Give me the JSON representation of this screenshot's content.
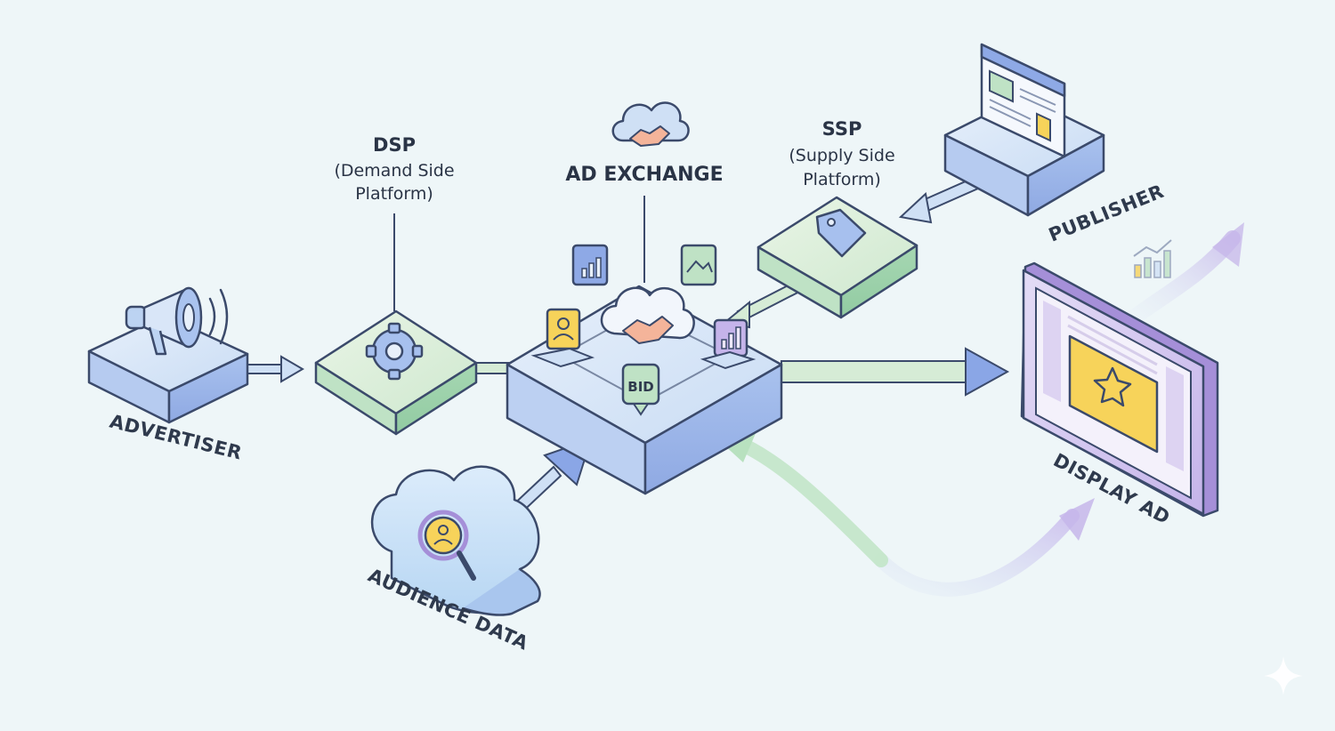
{
  "nodes": {
    "advertiser": {
      "label": "ADVERTISER"
    },
    "dsp": {
      "title": "DSP",
      "subtitle_line1": "(Demand Side",
      "subtitle_line2": "Platform)"
    },
    "ad_exchange": {
      "title": "AD EXCHANGE",
      "bid_badge": "BID"
    },
    "ssp": {
      "title": "SSP",
      "subtitle_line1": "(Supply Side",
      "subtitle_line2": "Platform)"
    },
    "publisher": {
      "label": "PUBLISHER"
    },
    "display_ad": {
      "label": "DISPLAY AD"
    },
    "audience_data": {
      "label": "AUDIENCE DATA"
    }
  },
  "colors": {
    "blue_platform": "#cfe0f5",
    "green_platform": "#d6ecd6",
    "outline": "#3b4a6b",
    "arrow_blue": "#8aa6e6",
    "arrow_green": "#b9e0bf",
    "purple_frame": "#b9a6e0",
    "ad_yellow": "#f7d35a"
  },
  "icons": [
    "megaphone-icon",
    "gear-icon",
    "handshake-cloud-icon",
    "price-tag-icon",
    "browser-window-icon",
    "star-ad-icon",
    "user-search-icon",
    "bar-chart-icon",
    "image-icon"
  ]
}
